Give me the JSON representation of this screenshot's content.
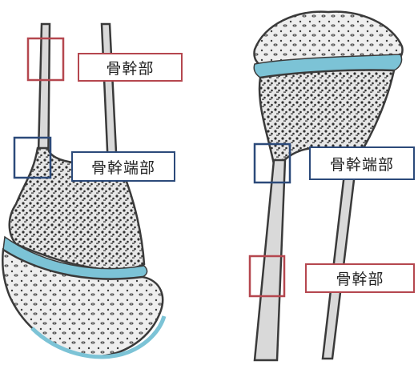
{
  "colors": {
    "diaphysis": "#b5474f",
    "metaphysis": "#2c4a7a",
    "bone_outline": "#3a3a3a",
    "bone_fill": "#d9d9d9",
    "trabecular": "#2f2f2f",
    "cartilage": "#7cc3d6"
  },
  "left_bone": {
    "diaphysis_label": "骨幹部",
    "metaphysis_label": "骨幹端部"
  },
  "right_bone": {
    "metaphysis_label": "骨幹端部",
    "diaphysis_label": "骨幹部"
  }
}
